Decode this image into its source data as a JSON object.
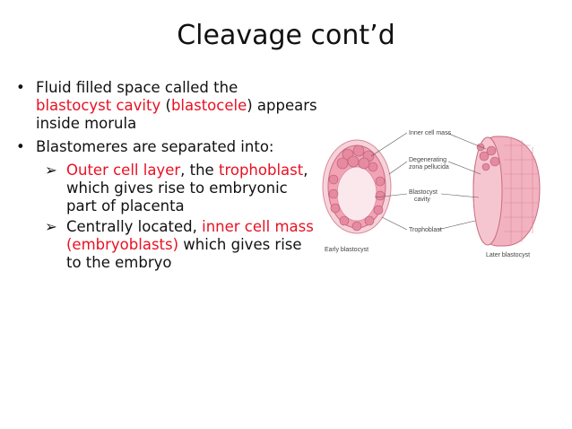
{
  "slide": {
    "title": "Cleavage cont’d",
    "bullets": [
      {
        "marker": "•",
        "segments": [
          {
            "text": "Fluid filled space called the ",
            "color": "black"
          },
          {
            "text": "blastocyst cavity",
            "color": "red"
          },
          {
            "text": " (",
            "color": "black"
          },
          {
            "text": "blastocele",
            "color": "red"
          },
          {
            "text": ") appears inside morula",
            "color": "black"
          }
        ]
      },
      {
        "marker": "•",
        "segments": [
          {
            "text": "Blastomeres are separated into:",
            "color": "black"
          }
        ]
      }
    ],
    "subbullets": [
      {
        "marker": "➢",
        "segments": [
          {
            "text": "Outer cell layer",
            "color": "red"
          },
          {
            "text": ", the ",
            "color": "black"
          },
          {
            "text": "trophoblast",
            "color": "red"
          },
          {
            "text": ", which gives rise to embryonic part of placenta",
            "color": "black"
          }
        ]
      },
      {
        "marker": "➢",
        "segments": [
          {
            "text": "Centrally located, ",
            "color": "black"
          },
          {
            "text": "inner cell mass (embryoblasts)",
            "color": "red"
          },
          {
            "text": " which gives rise to the embryo",
            "color": "black"
          }
        ]
      }
    ]
  },
  "figure": {
    "labels": {
      "inner_cell_mass": "Inner cell mass",
      "degenerating_1": "Degenerating",
      "degenerating_2": "zona pellucida",
      "blastocyst_1": "Blastocyst",
      "blastocyst_2": "cavity",
      "trophoblast": "Trophoblast",
      "early": "Early blastocyst",
      "later": "Later blastocyst"
    }
  },
  "colors": {
    "text": "#111111",
    "accent_red": "#e81123",
    "cell_fill": "#f2a3b4",
    "zona": "#f6d3da"
  }
}
